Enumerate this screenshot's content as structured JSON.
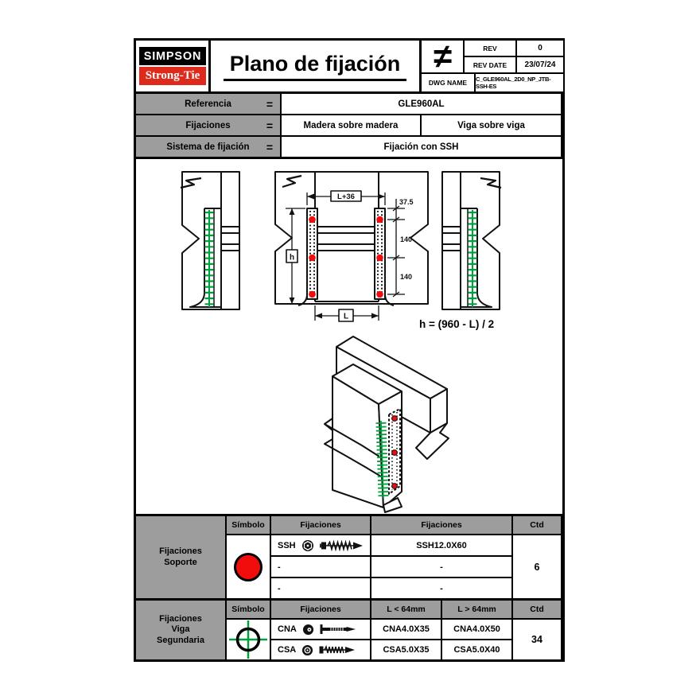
{
  "header": {
    "logo_line1": "SIMPSON",
    "logo_line2": "Strong-Tie",
    "title": "Plano de fijación",
    "not_equal_symbol": "≠",
    "rev_label": "REV",
    "rev_value": "0",
    "rev_date_label": "REV DATE",
    "rev_date_value": "23/07/24",
    "dwg_name_label": "DWG NAME",
    "dwg_name_value": "C_GLE960AL_2D0_NP_JTB-SSH-ES"
  },
  "reference_table": {
    "rows": [
      {
        "label": "Referencia",
        "equals": "=",
        "value1": "GLE960AL"
      },
      {
        "label": "Fijaciones",
        "equals": "=",
        "value1": "Madera sobre madera",
        "value2": "Viga sobre viga"
      },
      {
        "label": "Sistema de fijación",
        "equals": "=",
        "value1": "Fijación con SSH"
      }
    ]
  },
  "drawing": {
    "dim_width_top": "L+36",
    "dim_offset_top": "37.5",
    "dim_spacing_1": "140",
    "dim_spacing_2": "140",
    "dim_height": "h",
    "dim_width_bottom": "L",
    "formula": "h = (960 - L) / 2",
    "colors": {
      "screw_green": "#00A13C",
      "fastener_red": "#F20D0D"
    }
  },
  "support_fixings_table": {
    "label_line1": "Fijaciones",
    "label_line2": "Soporte",
    "headers": [
      "Símbolo",
      "Fijaciones",
      "Fijaciones",
      "Ctd"
    ],
    "symbol_icon": "red-circle-icon",
    "rows": [
      {
        "name": "SSH",
        "designation": "SSH12.0X60"
      },
      {
        "name": "-",
        "designation": "-"
      },
      {
        "name": "-",
        "designation": "-"
      }
    ],
    "qty": "6"
  },
  "beam_fixings_table": {
    "label_line1": "Fijaciones",
    "label_line2": "Viga",
    "label_line3": "Segundaria",
    "headers": [
      "Símbolo",
      "Fijaciones",
      "L < 64mm",
      "L > 64mm",
      "Ctd"
    ],
    "symbol_icon": "crosshair-icon",
    "rows": [
      {
        "name": "CNA",
        "short": "CNA4.0X35",
        "long": "CNA4.0X50"
      },
      {
        "name": "CSA",
        "short": "CSA5.0X35",
        "long": "CSA5.0X40"
      }
    ],
    "qty": "34"
  }
}
